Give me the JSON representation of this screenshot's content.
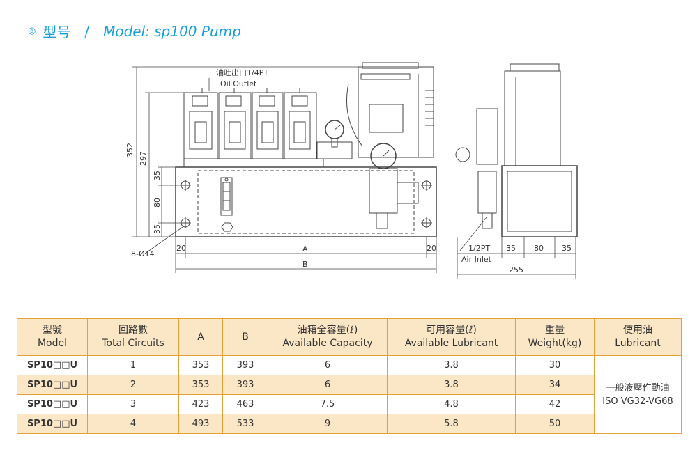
{
  "title": {
    "bullet": "◎",
    "cn": "型号",
    "slash": "/",
    "en": "Model: sp100 Pump"
  },
  "drawing": {
    "oil_outlet_cn": "油吐出口1/4PT",
    "oil_outlet_en": "Oil Outlet",
    "holes": "8-Ø14",
    "dim_352": "352",
    "dim_297": "297",
    "dim_35a": "35",
    "dim_80": "80",
    "dim_35b": "35",
    "dim_20_left": "20",
    "dim_a": "A",
    "dim_20_right": "20",
    "dim_b": "B",
    "air_inlet_size": "1/2PT",
    "air_inlet": "Air Inlet",
    "side_35a": "35",
    "side_80": "80",
    "side_35b": "35",
    "dim_255": "255"
  },
  "table": {
    "headers": [
      {
        "cn": "型號",
        "en": "Model"
      },
      {
        "cn": "回路數",
        "en": "Total Circuits"
      },
      {
        "cn": "A",
        "en": ""
      },
      {
        "cn": "B",
        "en": ""
      },
      {
        "cn": "油箱全容量(ℓ)",
        "en": "Available Capacity"
      },
      {
        "cn": "可用容量(ℓ)",
        "en": "Available Lubricant"
      },
      {
        "cn": "重量",
        "en": "Weight(kg)"
      },
      {
        "cn": "使用油",
        "en": "Lubricant"
      }
    ],
    "rows": [
      {
        "model": "SP10□□U",
        "circuits": "1",
        "a": "353",
        "b": "393",
        "capacity": "6",
        "lubricant": "3.8",
        "weight": "30"
      },
      {
        "model": "SP10□□U",
        "circuits": "2",
        "a": "353",
        "b": "393",
        "capacity": "6",
        "lubricant": "3.8",
        "weight": "34"
      },
      {
        "model": "SP10□□U",
        "circuits": "3",
        "a": "423",
        "b": "463",
        "capacity": "7.5",
        "lubricant": "4.8",
        "weight": "42"
      },
      {
        "model": "SP10□□U",
        "circuits": "4",
        "a": "493",
        "b": "533",
        "capacity": "9",
        "lubricant": "5.8",
        "weight": "50"
      }
    ],
    "lubricant_cn": "一般液壓作動油",
    "lubricant_en": "ISO VG32-VG68"
  }
}
